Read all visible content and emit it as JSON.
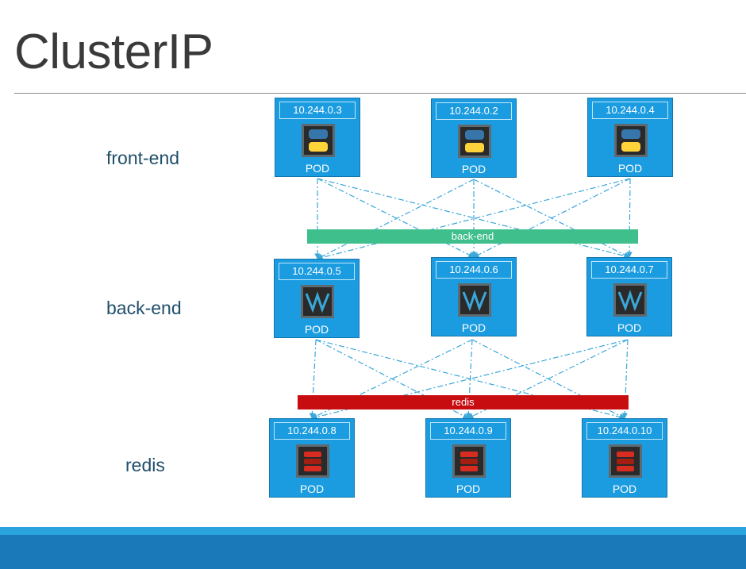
{
  "title": "ClusterIP",
  "tiers": [
    {
      "label": "front-end",
      "icon": "python-icon",
      "pods": [
        {
          "ip": "10.244.0.3",
          "label": "POD"
        },
        {
          "ip": "10.244.0.2",
          "label": "POD"
        },
        {
          "ip": "10.244.0.4",
          "label": "POD"
        }
      ]
    },
    {
      "label": "back-end",
      "icon": "backend-app-icon",
      "pods": [
        {
          "ip": "10.244.0.5",
          "label": "POD"
        },
        {
          "ip": "10.244.0.6",
          "label": "POD"
        },
        {
          "ip": "10.244.0.7",
          "label": "POD"
        }
      ]
    },
    {
      "label": "redis",
      "icon": "redis-icon",
      "pods": [
        {
          "ip": "10.244.0.8",
          "label": "POD"
        },
        {
          "ip": "10.244.0.9",
          "label": "POD"
        },
        {
          "ip": "10.244.0.10",
          "label": "POD"
        }
      ]
    }
  ],
  "services": [
    {
      "label": "back-end",
      "color": "#3fbf8c"
    },
    {
      "label": "redis",
      "color": "#c80d10"
    }
  ],
  "colors": {
    "pod": "#1b9ce0",
    "connector": "#3aa7d9",
    "footer": "#1a79b8"
  }
}
